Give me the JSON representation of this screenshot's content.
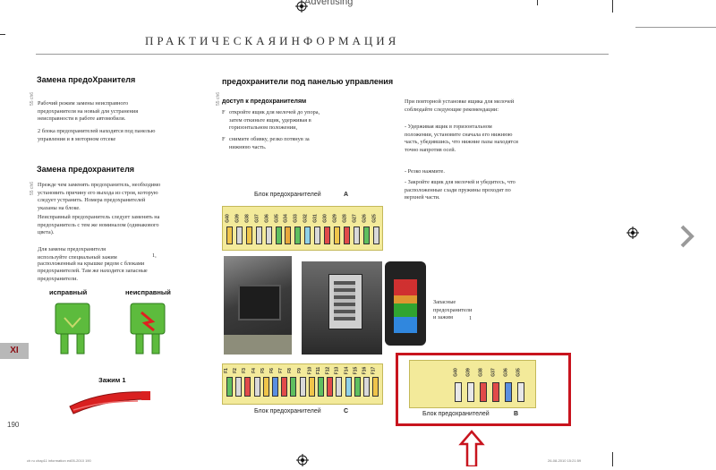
{
  "header": {
    "advertising": "Advertising",
    "title": "ПРАКТИЧЕСКАЯИНФОРМАЦИЯ"
  },
  "left": {
    "section1_title": "Замена предоХранителя",
    "section1_p1": "Рабочий режим замены неисправного предохранителя на новый для устранения неисправности в работе автомобиля.",
    "section1_p2": "2 блока предохранителей находятся под панелью управления и в моторном отсеке",
    "section2_title": "Замена предохранителя",
    "section2_p1": "Прежде чем заменять предохранитель, необходимо установить причину его выхода из строя, которую следует устранить. Номера предохранителей указаны на блоке.",
    "section2_p2": "Неисправный предохранитель следует заменять на предохранитель с тем же номиналом (одинакового цвета).",
    "section2_p3": "Для замены предохранителя используйте специальный зажим",
    "section2_p3b": "1, расположенный на крышке рядом с блоками предохранителей. Там же находятся запасные предохранители.",
    "good_label": "исправный",
    "bad_label": "неисправный",
    "clamp_label": "Зажим 1",
    "side1": "55 ch6",
    "side2": "55 ch6"
  },
  "middle": {
    "title": "предохранители под панелью управления",
    "access_title": "доступ к предохранителям",
    "bullet1_mark": "F",
    "bullet1": "откройте ящик для мелочей до упора, затем откиньте ящик, удерживая в горизонтальном положении,",
    "bullet2_mark": "F",
    "bullet2": "снимите обивку, резко потянув за нижнюю часть.",
    "blockA_caption": "Блок предохранителей",
    "blockA_letter": "A",
    "blockC_caption": "Блок предохранителей",
    "blockC_letter": "C",
    "spare_caption": "Запасные предохранители и зажим",
    "spare_number": "1",
    "side3": "55 ch6"
  },
  "right": {
    "p1": "При повторной установке ящика для мелочей соблюдайте следующие рекомендации:",
    "b1": "- Удерживая ящик в горизонтальном положении, установите сначала его нижнюю часть, убедившись, что нижние пазы находятся точно напротив осей.",
    "b2": "- Резко нажмите.",
    "b3": "- Закройте ящик для мелочей и убедитесь, что расположенные сзади пружины проходят по верхней части.",
    "blockB_caption": "Блок предохранителей",
    "blockB_letter": "B"
  },
  "blockA_fuses": [
    {
      "label": "G40",
      "color": "#f0c54a"
    },
    {
      "label": "G39",
      "color": "#d9d9d9"
    },
    {
      "label": "G38",
      "color": "#f0c54a"
    },
    {
      "label": "G37",
      "color": "#d9d9d9"
    },
    {
      "label": "G36",
      "color": "#d9d9d9"
    },
    {
      "label": "G35",
      "color": "#5fbf5f"
    },
    {
      "label": "G34",
      "color": "#e8a83b"
    },
    {
      "label": "G33",
      "color": "#5fbf5f"
    },
    {
      "label": "G32",
      "color": "#8fd1e8"
    },
    {
      "label": "G31",
      "color": "#d9d9d9"
    },
    {
      "label": "G30",
      "color": "#e14a4a"
    },
    {
      "label": "G29",
      "color": "#f0c54a"
    },
    {
      "label": "G28",
      "color": "#e14a4a"
    },
    {
      "label": "G27",
      "color": "#d9d9d9"
    },
    {
      "label": "G26",
      "color": "#5fbf5f"
    },
    {
      "label": "G25",
      "color": "#d9d9d9"
    }
  ],
  "blockB_fuses": [
    {
      "label": "G40",
      "color": "#e8e8e8"
    },
    {
      "label": "G39",
      "color": "#e8e8e8"
    },
    {
      "label": "G38",
      "color": "#e14a4a"
    },
    {
      "label": "G37",
      "color": "#e14a4a"
    },
    {
      "label": "G36",
      "color": "#5a8fe0"
    },
    {
      "label": "G35",
      "color": "#e8e8e8"
    }
  ],
  "blockC_fuses": [
    {
      "label": "F1",
      "color": "#5fbf5f"
    },
    {
      "label": "F2",
      "color": "#d9d9d9"
    },
    {
      "label": "F3",
      "color": "#e14a4a"
    },
    {
      "label": "F4",
      "color": "#d9d9d9"
    },
    {
      "label": "F5",
      "color": "#f0c54a"
    },
    {
      "label": "F6",
      "color": "#5a8fe0"
    },
    {
      "label": "F7",
      "color": "#e14a4a"
    },
    {
      "label": "F8",
      "color": "#5fbf5f"
    },
    {
      "label": "F9",
      "color": "#d9d9d9"
    },
    {
      "label": "F10",
      "color": "#f0c54a"
    },
    {
      "label": "F11",
      "color": "#5fbf5f"
    },
    {
      "label": "F12",
      "color": "#e14a4a"
    },
    {
      "label": "F13",
      "color": "#d9d9d9"
    },
    {
      "label": "F14",
      "color": "#8fd1e8"
    },
    {
      "label": "F15",
      "color": "#5fbf5f"
    },
    {
      "label": "F16",
      "color": "#d9d9d9"
    },
    {
      "label": "F17",
      "color": "#f0c54a"
    }
  ],
  "chapter": "XI",
  "page_number": "190",
  "footer_left": "ch  ru  chap11  information  ed05-2010 190",
  "footer_right": "26-08-2010 15:21:59",
  "colors": {
    "highlight": "#c8141e",
    "fuse_panel": "#f3ea9a",
    "chapter_bg": "#b8b8b8"
  },
  "icons": [
    "registration-mark-icon",
    "chevron-right-icon",
    "arrow-up-icon"
  ]
}
